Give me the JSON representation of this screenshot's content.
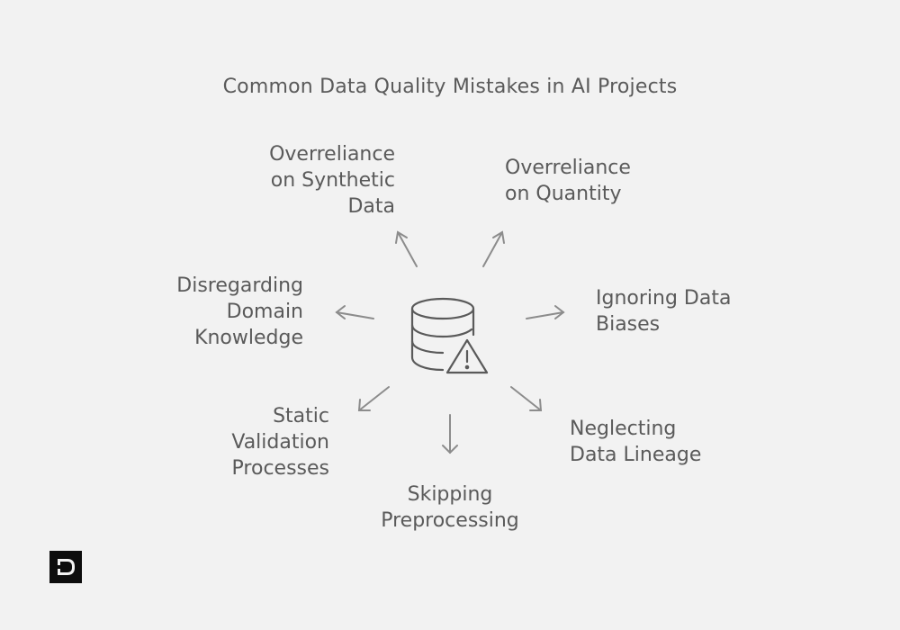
{
  "title": "Common Data Quality Mistakes in AI Projects",
  "center_icon": "database-warning-icon",
  "items": [
    {
      "label": "Overreliance\non Synthetic\nData"
    },
    {
      "label": "Overreliance\non Quantity"
    },
    {
      "label": "Disregarding\nDomain\nKnowledge"
    },
    {
      "label": "Ignoring Data\nBiases"
    },
    {
      "label": "Static\nValidation\nProcesses"
    },
    {
      "label": "Neglecting\nData Lineage"
    },
    {
      "label": "Skipping\nPreprocessing"
    }
  ],
  "brand_logo": "logo-icon",
  "colors": {
    "background": "#f2f2f2",
    "text": "#5a5a5a",
    "lines": "#8c8c8c"
  }
}
